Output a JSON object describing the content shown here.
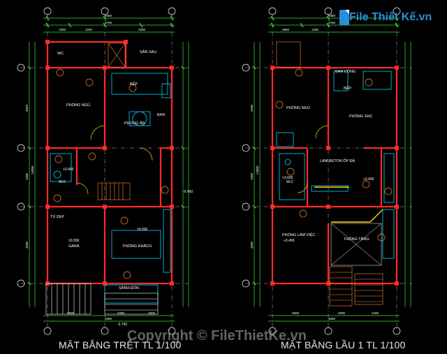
{
  "titles": {
    "left": "MẶT BẰNG TRỆT TL 1/100",
    "right": "MẶT BẰNG LẦU 1 TL 1/100"
  },
  "watermark": {
    "logo_text": "File Thiết Kế.vn",
    "copyright": "Copyright © FileThietKe.vn"
  },
  "ground_floor": {
    "rooms": [
      "WC",
      "SÂN SAU",
      "BẾP",
      "PHÒNG NGỦ",
      "PHÒNG ĂN",
      "BAR",
      "W.C",
      "TỦ DÉP",
      "GARA",
      "PHÒNG KHÁCH",
      "SẢNH ĐÓN"
    ],
    "levels": [
      "±0.000",
      "+0.450",
      "-0.450",
      "±0.000",
      "-0.750"
    ],
    "dims_top": [
      "4860",
      "3760",
      "1500",
      "2200",
      "3300"
    ],
    "dims_bottom": [
      "3000",
      "2000",
      "2000",
      "4860"
    ],
    "dims_side": [
      "4550",
      "1500",
      "4500",
      "14050"
    ]
  },
  "first_floor": {
    "rooms": [
      "BAN CÔNG",
      "BẾP",
      "PHÒNG NGỦ",
      "PHÒNG SHC",
      "W.C",
      "LAM BETON ỐP ĐÁ",
      "PHÒNG LÀM VIỆC",
      "THÔNG TẦNG"
    ],
    "levels": [
      "+3.600",
      "+3.600",
      "+3.400"
    ],
    "dims_top": [
      "4860",
      "3760",
      "2800",
      "1200"
    ],
    "dims_bottom": [
      "3000",
      "2000",
      "2400",
      "4860"
    ],
    "dims_side": [
      "4500",
      "1500",
      "4500",
      "14050"
    ]
  },
  "colors": {
    "wall": "#ff2a2a",
    "dimension": "#39e639",
    "grid": "#ffffff",
    "furniture": "#00d8ff",
    "hatch": "#ff8a3a",
    "text": "#ffffff"
  }
}
